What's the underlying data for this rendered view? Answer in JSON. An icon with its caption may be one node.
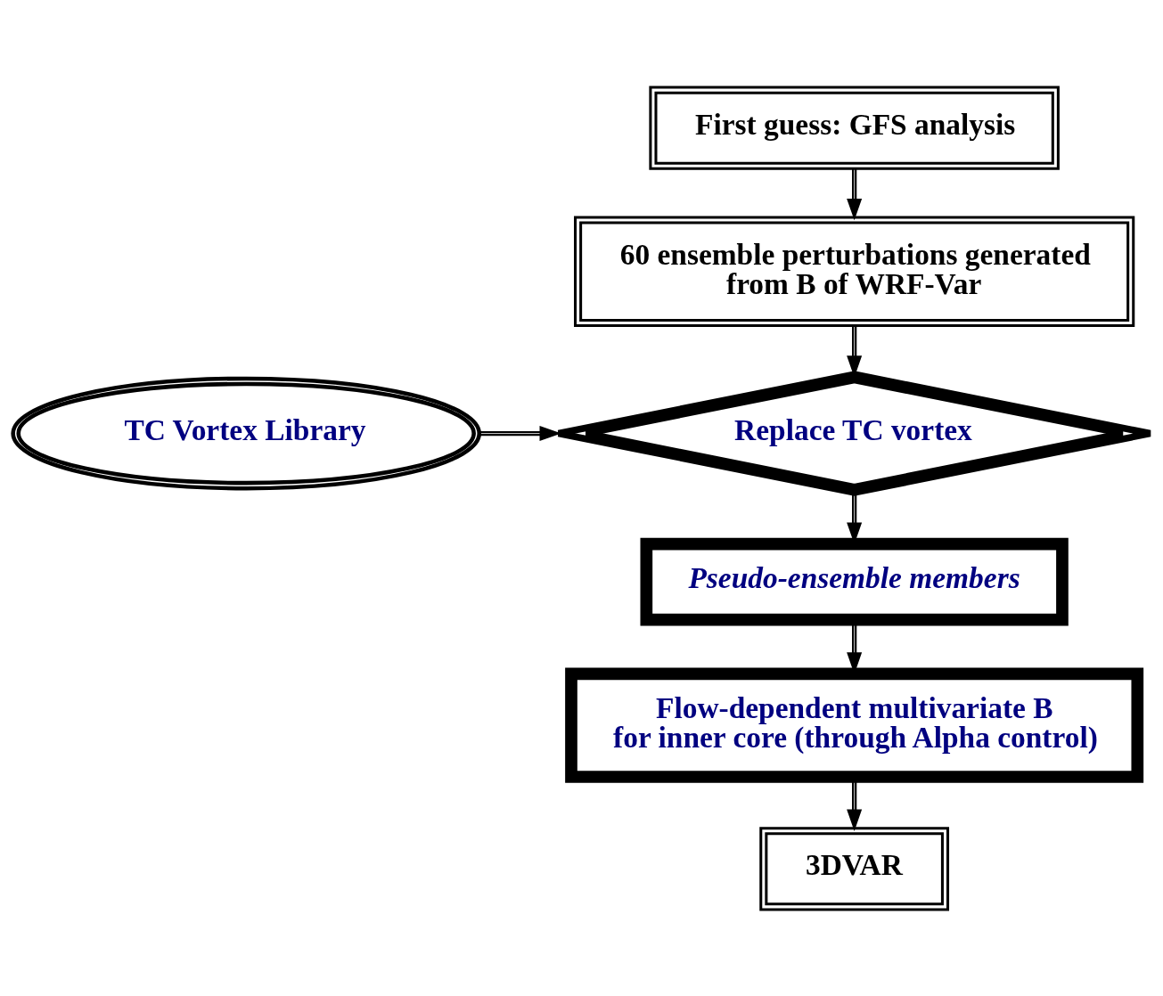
{
  "diagram": {
    "nodes": [
      {
        "text": [
          "First guess: GFS analysis"
        ]
      },
      {
        "text": [
          "60 ensemble perturbations generated from B of WRF-Var"
        ]
      },
      {
        "text": [
          "Replace TC vortex"
        ]
      },
      {
        "text": [
          "TC Vortex Library"
        ]
      },
      {
        "text": [
          "Pseudo-ensemble members"
        ]
      },
      {
        "text": [
          "Flow-dependent multivariate B for inner core (through Alpha control)"
        ]
      },
      {
        "text": [
          "3DVAR"
        ]
      }
    ],
    "edges": [
      {
        "from": 0,
        "to": 1,
        "arrow": "to"
      },
      {
        "from": 1,
        "to": 2,
        "arrow": "to"
      },
      {
        "from": 3,
        "to": 2,
        "arrow": "to"
      },
      {
        "from": 2,
        "to": 4,
        "arrow": "to"
      },
      {
        "from": 4,
        "to": 5,
        "arrow": "to"
      },
      {
        "from": 5,
        "to": 6,
        "arrow": "to"
      }
    ]
  }
}
